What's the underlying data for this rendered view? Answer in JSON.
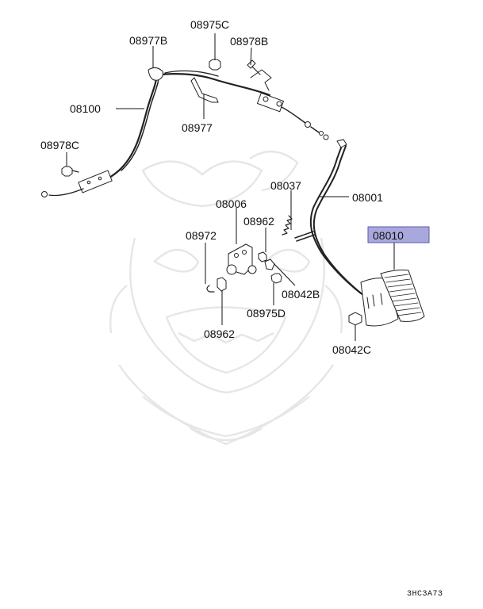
{
  "labels": {
    "p08975C": "08975C",
    "p08977B": "08977B",
    "p08978B": "08978B",
    "p08100": "08100",
    "p08977": "08977",
    "p08978C": "08978C",
    "p08037": "08037",
    "p08001": "08001",
    "p08006": "08006",
    "p08962a": "08962",
    "p08972": "08972",
    "p08010": "08010",
    "p08042B": "08042B",
    "p08975D": "08975D",
    "p08962b": "08962",
    "p08042C": "08042C"
  },
  "highlighted_part": "08010",
  "highlight_color": "#a9a8dd",
  "diagram_code": "3HC3A73"
}
